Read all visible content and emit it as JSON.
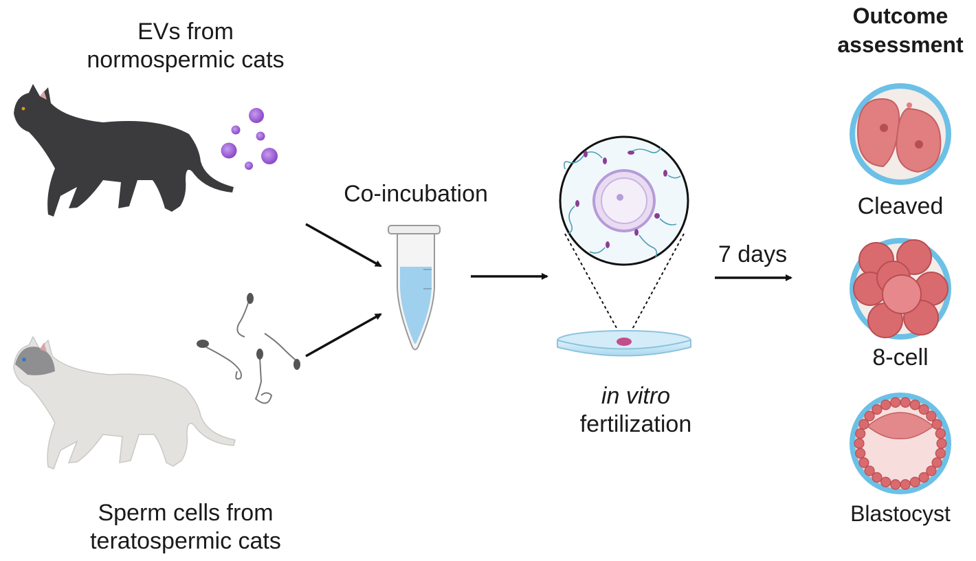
{
  "labels": {
    "ev_source": [
      "EVs from",
      "normospermic cats"
    ],
    "sperm_source": [
      "Sperm cells from",
      "teratospermic cats"
    ],
    "coincubation": "Co-incubation",
    "ivf_italic": "in vitro",
    "ivf": "fertilization",
    "duration": "7 days",
    "outcome_title": [
      "Outcome",
      "assessment"
    ],
    "outcomes": [
      "Cleaved",
      "8-cell",
      "Blastocyst"
    ]
  },
  "colors": {
    "dark_cat": "#3b3b3d",
    "light_cat": "#e3e2df",
    "ev_purple": "#9a5ad0",
    "tube_liquid": "#9fd0ee",
    "embryo_ring": "#6cc0e6",
    "embryo_cell": "#e07e80",
    "sperm_teal": "#4aa0b4"
  },
  "icons": [
    "dark-cat-icon",
    "light-cat-icon",
    "extracellular-vesicles-icon",
    "sperm-cells-icon",
    "microtube-icon",
    "petri-dish-icon",
    "oocyte-zoom-icon",
    "cleaved-embryo-icon",
    "eight-cell-embryo-icon",
    "blastocyst-icon"
  ]
}
